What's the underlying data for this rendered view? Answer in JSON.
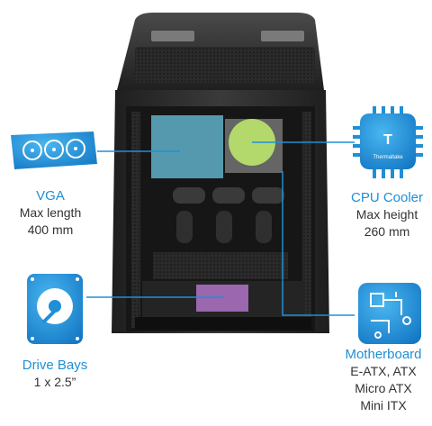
{
  "colors": {
    "accent": "#1f8fd6",
    "case_body": "#2b2b2b",
    "vga_overlay": "#5fb0c8",
    "cpu_overlay": "#b7de6b",
    "drive_overlay": "#a86fbf"
  },
  "icons": {
    "vga": "vga-card-fans-icon",
    "cpu": "thermaltake-cpu-cooler-chip-icon",
    "drive": "hard-drive-icon",
    "motherboard": "circuit-board-icon"
  },
  "vga": {
    "title": "VGA",
    "line1": "Max length",
    "line2": "400 mm"
  },
  "cpu": {
    "title": "CPU Cooler",
    "line1": "Max height",
    "line2": "260 mm",
    "brand": "Thermaltake"
  },
  "drive": {
    "title": "Drive Bays",
    "line1": "1 x 2.5”"
  },
  "motherboard": {
    "title": "Motherboard",
    "line1": "E-ATX, ATX",
    "line2": "Micro ATX",
    "line3": "Mini ITX"
  }
}
